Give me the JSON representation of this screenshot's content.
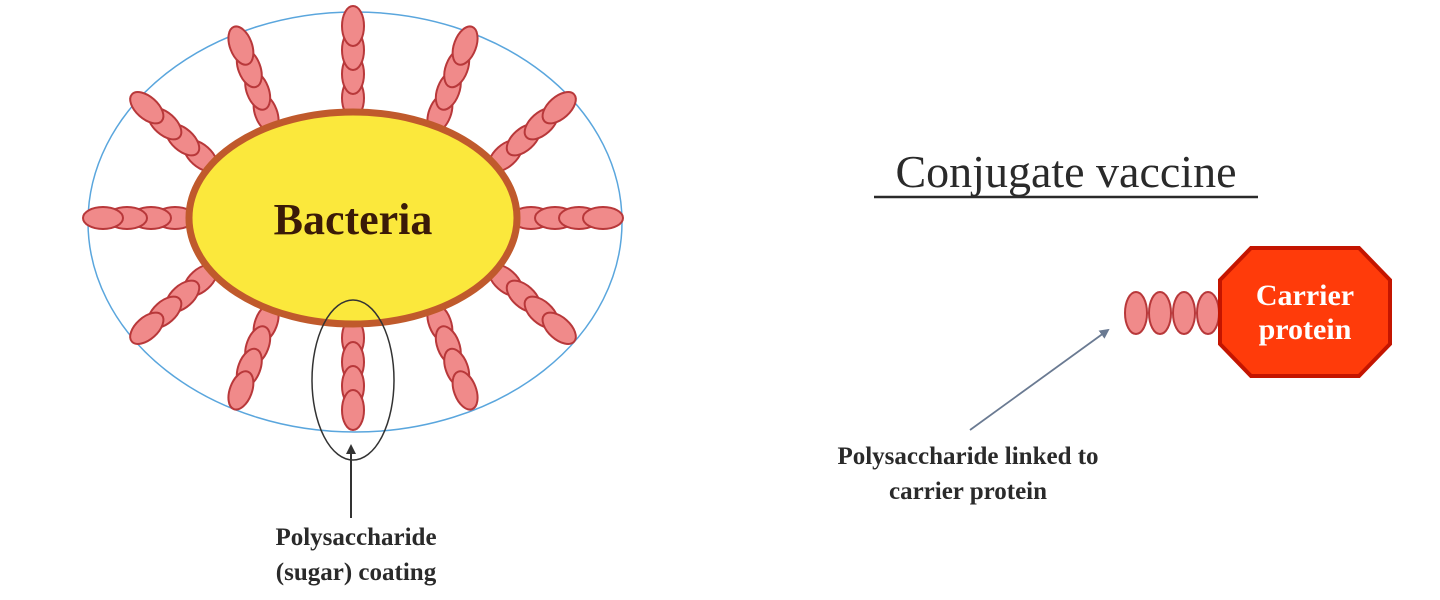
{
  "bacteria": {
    "label": "Bacteria",
    "body_fill": "#fbe83c",
    "body_stroke": "#c05a2c",
    "capsule_stroke": "#5aa6dd"
  },
  "sugar": {
    "fill": "#f08a8a",
    "stroke": "#b8383a"
  },
  "labels": {
    "coating_line1": "Polysaccharide",
    "coating_line2": "(sugar) coating",
    "title": "Conjugate vaccine",
    "linked_line1": "Polysaccharide linked to",
    "linked_line2": "carrier protein"
  },
  "carrier": {
    "line1": "Carrier",
    "line2": "protein",
    "fill": "#ff3b0a",
    "stroke": "#c41500"
  }
}
